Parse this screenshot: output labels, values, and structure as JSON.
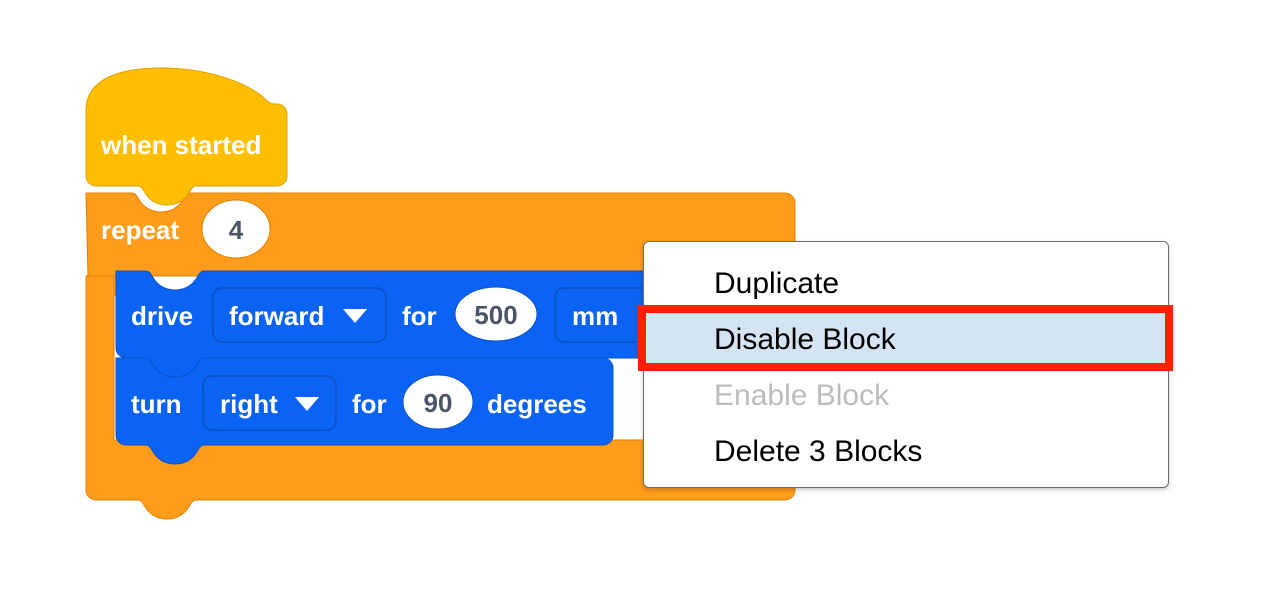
{
  "app": {
    "type": "block-based-visual-programming-editor",
    "background_color": "#ffffff"
  },
  "palette": {
    "hat_block_color": "#ffbf00",
    "hat_block_stroke": "#e59700",
    "control_block_color": "#ff9c1a",
    "control_block_stroke": "#e08200",
    "motion_block_color": "#0b63f3",
    "motion_block_stroke": "#0a51c8",
    "field_text_color": "#ffffff",
    "number_oval_fill": "#ffffff",
    "number_text_color": "#4a5568",
    "menu_highlight_color": "#d5e4f3",
    "annotation_color": "#ff2000",
    "disabled_text_color": "#bcbcbc"
  },
  "workspace": {
    "script": {
      "hat": {
        "label": "when started"
      },
      "control": {
        "label": "repeat",
        "count": "4",
        "children": [
          {
            "name": "drive-block",
            "verb": "drive",
            "direction_dropdown": {
              "value": "forward",
              "icon": "chevron-down-icon"
            },
            "preposition": "for",
            "amount": "500",
            "unit_dropdown": {
              "value": "mm",
              "icon": "chevron-down-icon"
            }
          },
          {
            "name": "turn-block",
            "verb": "turn",
            "direction_dropdown": {
              "value": "right",
              "icon": "chevron-down-icon"
            },
            "preposition": "for",
            "amount": "90",
            "unit_label": "degrees"
          }
        ]
      }
    }
  },
  "context_menu": {
    "items": [
      {
        "label": "Duplicate",
        "state": "normal"
      },
      {
        "label": "Disable Block",
        "state": "highlighted"
      },
      {
        "label": "Enable Block",
        "state": "disabled"
      },
      {
        "label": "Delete 3 Blocks",
        "state": "normal"
      }
    ]
  },
  "annotation": {
    "target_label": "Disable Block",
    "color": "#ff2000"
  }
}
